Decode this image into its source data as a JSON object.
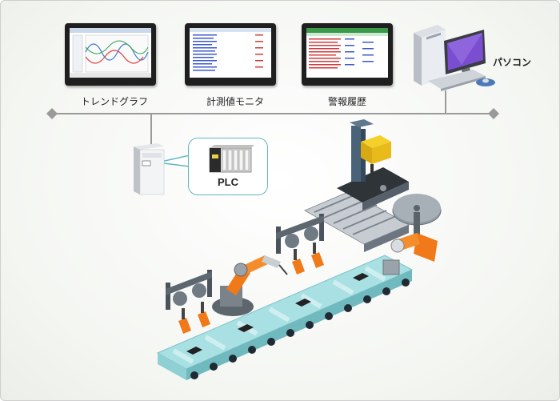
{
  "labels": {
    "trend_graph": "トレンドグラフ",
    "measurement_monitor": "計測値モニタ",
    "alarm_history": "警報履歴",
    "pc": "パソコン",
    "plc": "PLC"
  },
  "colors": {
    "network_line": "#9a9a9a",
    "bubble_border": "#5fb7c2",
    "conveyor": "#a8e0e3",
    "robot_orange": "#f07a1a",
    "robot_yellow": "#f2c21b",
    "machine_gray": "#6d7680",
    "alarm_red": "#d23a3a"
  }
}
